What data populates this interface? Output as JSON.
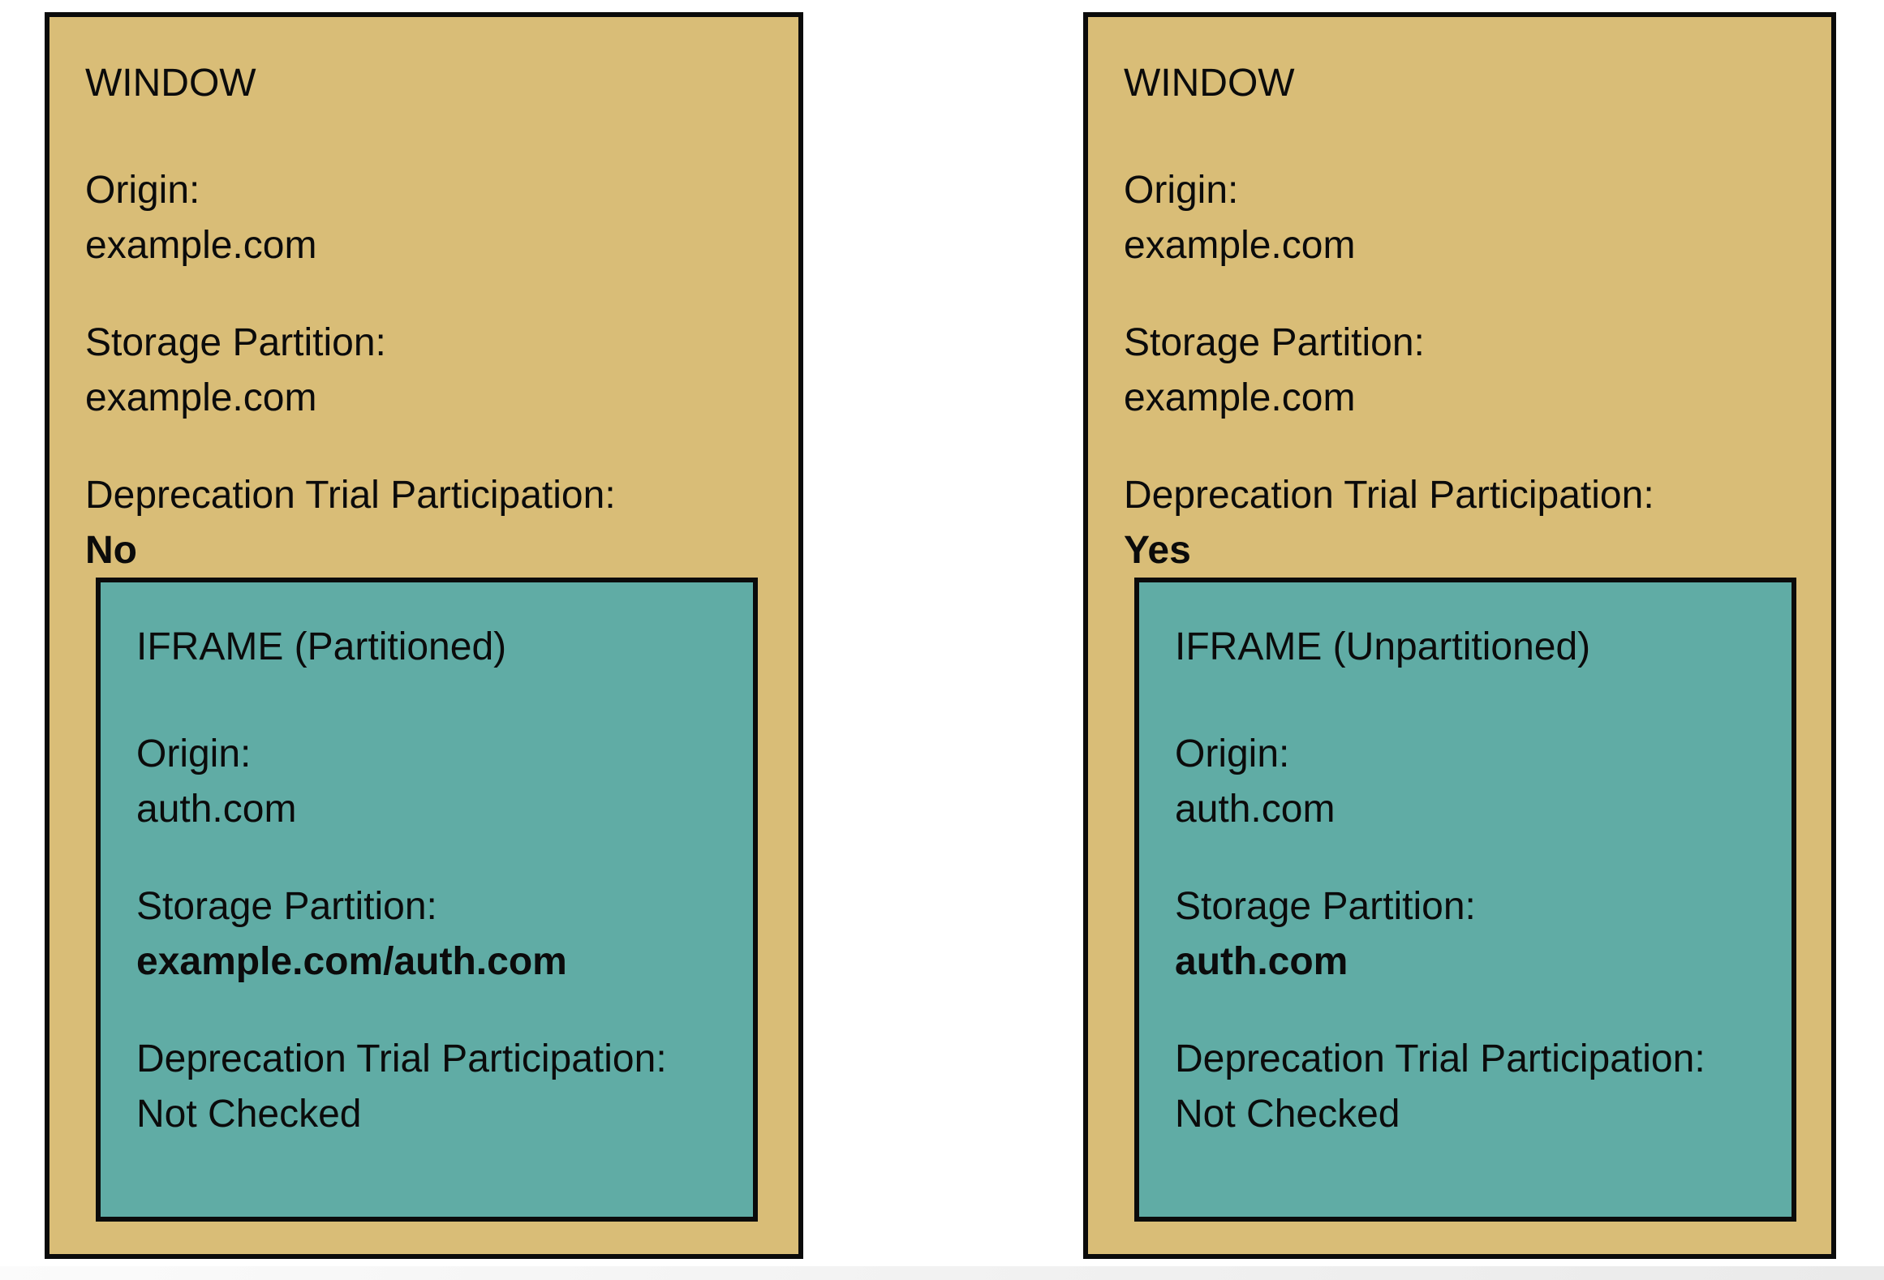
{
  "colors": {
    "window_bg": "#d9bd77",
    "iframe_bg": "#60aca5",
    "border": "#0b0b0b",
    "text": "#0b0b0b",
    "page_bg": "#ffffff"
  },
  "panels": [
    {
      "window_title": "WINDOW",
      "origin_label": "Origin:",
      "origin_value": "example.com",
      "storage_label": "Storage Partition:",
      "storage_value": "example.com",
      "trial_label": "Deprecation Trial Participation:",
      "trial_value": "No",
      "iframe": {
        "title": "IFRAME (Partitioned)",
        "origin_label": "Origin:",
        "origin_value": "auth.com",
        "storage_label": "Storage Partition:",
        "storage_value": "example.com/auth.com",
        "trial_label": "Deprecation Trial Participation:",
        "trial_value": "Not Checked"
      }
    },
    {
      "window_title": "WINDOW",
      "origin_label": "Origin:",
      "origin_value": "example.com",
      "storage_label": "Storage Partition:",
      "storage_value": "example.com",
      "trial_label": "Deprecation Trial Participation:",
      "trial_value": "Yes",
      "iframe": {
        "title": "IFRAME (Unpartitioned)",
        "origin_label": "Origin:",
        "origin_value": "auth.com",
        "storage_label": "Storage Partition:",
        "storage_value": "auth.com",
        "trial_label": "Deprecation Trial Participation:",
        "trial_value": "Not Checked"
      }
    }
  ]
}
